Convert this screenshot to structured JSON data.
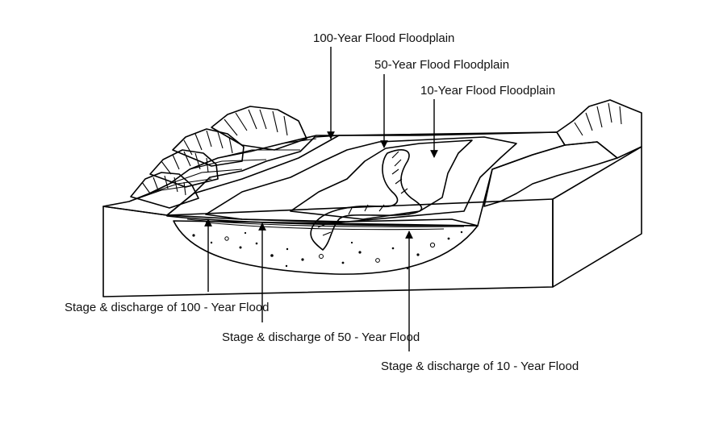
{
  "labels": {
    "floodplain_100": "100-Year Flood Floodplain",
    "floodplain_50": "50-Year Flood Floodplain",
    "floodplain_10": "10-Year Flood Floodplain",
    "stage_100": "Stage & discharge of 100 - Year Flood",
    "stage_50": "Stage & discharge of 50 - Year Flood",
    "stage_10": "Stage & discharge of 10 - Year Flood"
  },
  "colors": {
    "outline": "#000000",
    "white": "#ffffff",
    "floodplain_100": "#e9e9e9",
    "floodplain_50": "#c8c8c8",
    "floodplain_10": "#9e9e9e",
    "channel": "#7d7d7d"
  }
}
